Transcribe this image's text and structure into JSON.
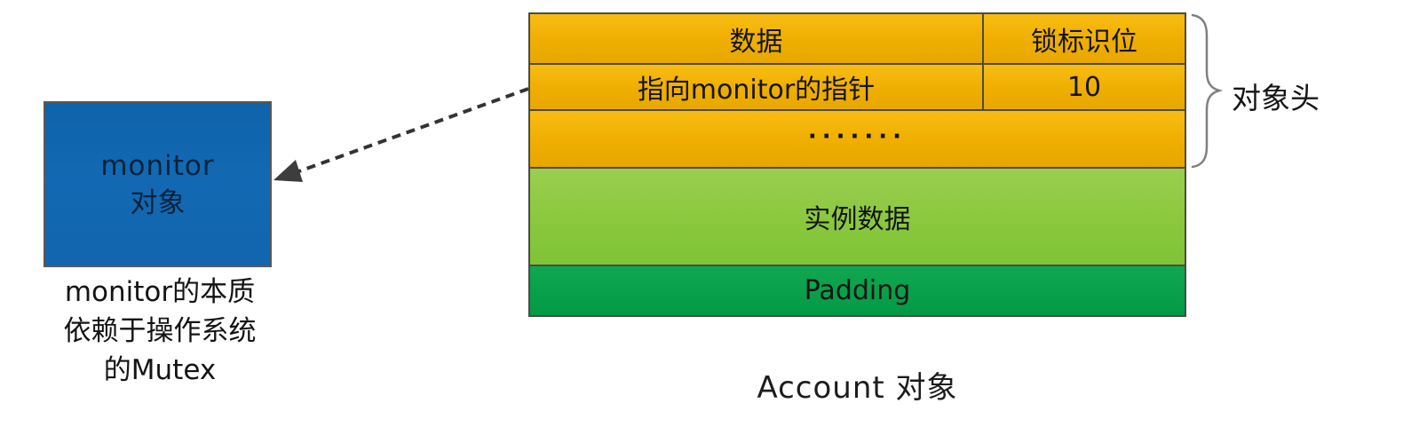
{
  "diagram": {
    "monitor_box": {
      "line1": "monitor",
      "line2": "对象"
    },
    "monitor_note": {
      "lines": [
        "monitor的本质",
        "依赖于操作系统",
        "的Mutex"
      ]
    },
    "object_table": {
      "rows": [
        {
          "cells": [
            "数据",
            "锁标识位"
          ]
        },
        {
          "cells": [
            "指向monitor的指针",
            "10"
          ]
        },
        {
          "cells": [
            "·······"
          ]
        },
        {
          "cells": [
            "实例数据"
          ]
        },
        {
          "cells": [
            "Padding"
          ]
        }
      ]
    },
    "object_header_label": "对象头",
    "caption": "Account 对象",
    "colors": {
      "gold_row": "#EFAE00",
      "light_green_row": "#8AC83E",
      "dark_green_row": "#05A04A",
      "monitor_box_blue": "#1166AE",
      "row_border": "#4A4A4A",
      "arrow": "#333333",
      "brace": "#7F7F7F"
    }
  }
}
